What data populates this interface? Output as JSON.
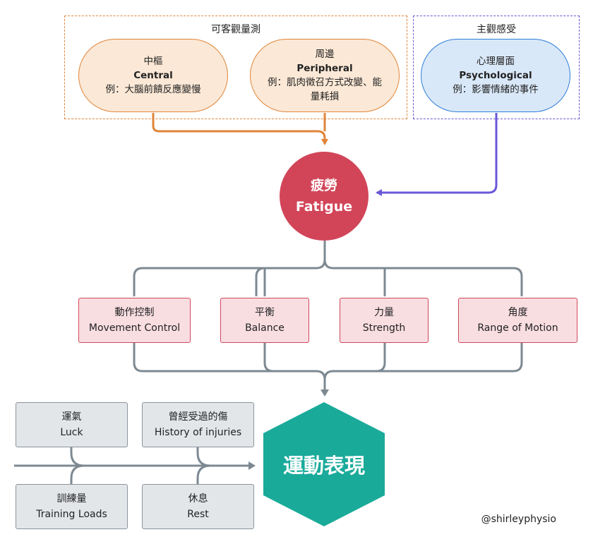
{
  "colors": {
    "objective": "#e0853a",
    "subjective": "#6a59d8",
    "fatigue": "#d24559",
    "connector": "#7d8992",
    "performance": "#1aaa9a"
  },
  "objective_group": {
    "title": "可客觀量測",
    "central": {
      "zh": "中樞",
      "en": "Central",
      "example": "例：大腦前饋反應變慢"
    },
    "peripheral": {
      "zh": "周邊",
      "en": "Peripheral",
      "example_line1": "例：肌肉徵召方式改變、能",
      "example_line2": "量耗損"
    }
  },
  "subjective_group": {
    "title": "主觀感受",
    "psychological": {
      "zh": "心理層面",
      "en": "Psychological",
      "example": "例：影響情緒的事件"
    }
  },
  "fatigue": {
    "zh": "疲勞",
    "en": "Fatigue"
  },
  "factors": [
    {
      "zh": "動作控制",
      "en": "Movement Control"
    },
    {
      "zh": "平衡",
      "en": "Balance"
    },
    {
      "zh": "力量",
      "en": "Strength"
    },
    {
      "zh": "角度",
      "en": "Range of Motion"
    }
  ],
  "other_factors": [
    {
      "zh": "運氣",
      "en": "Luck"
    },
    {
      "zh": "曾經受過的傷",
      "en": "History of injuries"
    },
    {
      "zh": "訓練量",
      "en": "Training Loads"
    },
    {
      "zh": "休息",
      "en": "Rest"
    }
  ],
  "performance": "運動表現",
  "credit": "@shirleyphysio"
}
